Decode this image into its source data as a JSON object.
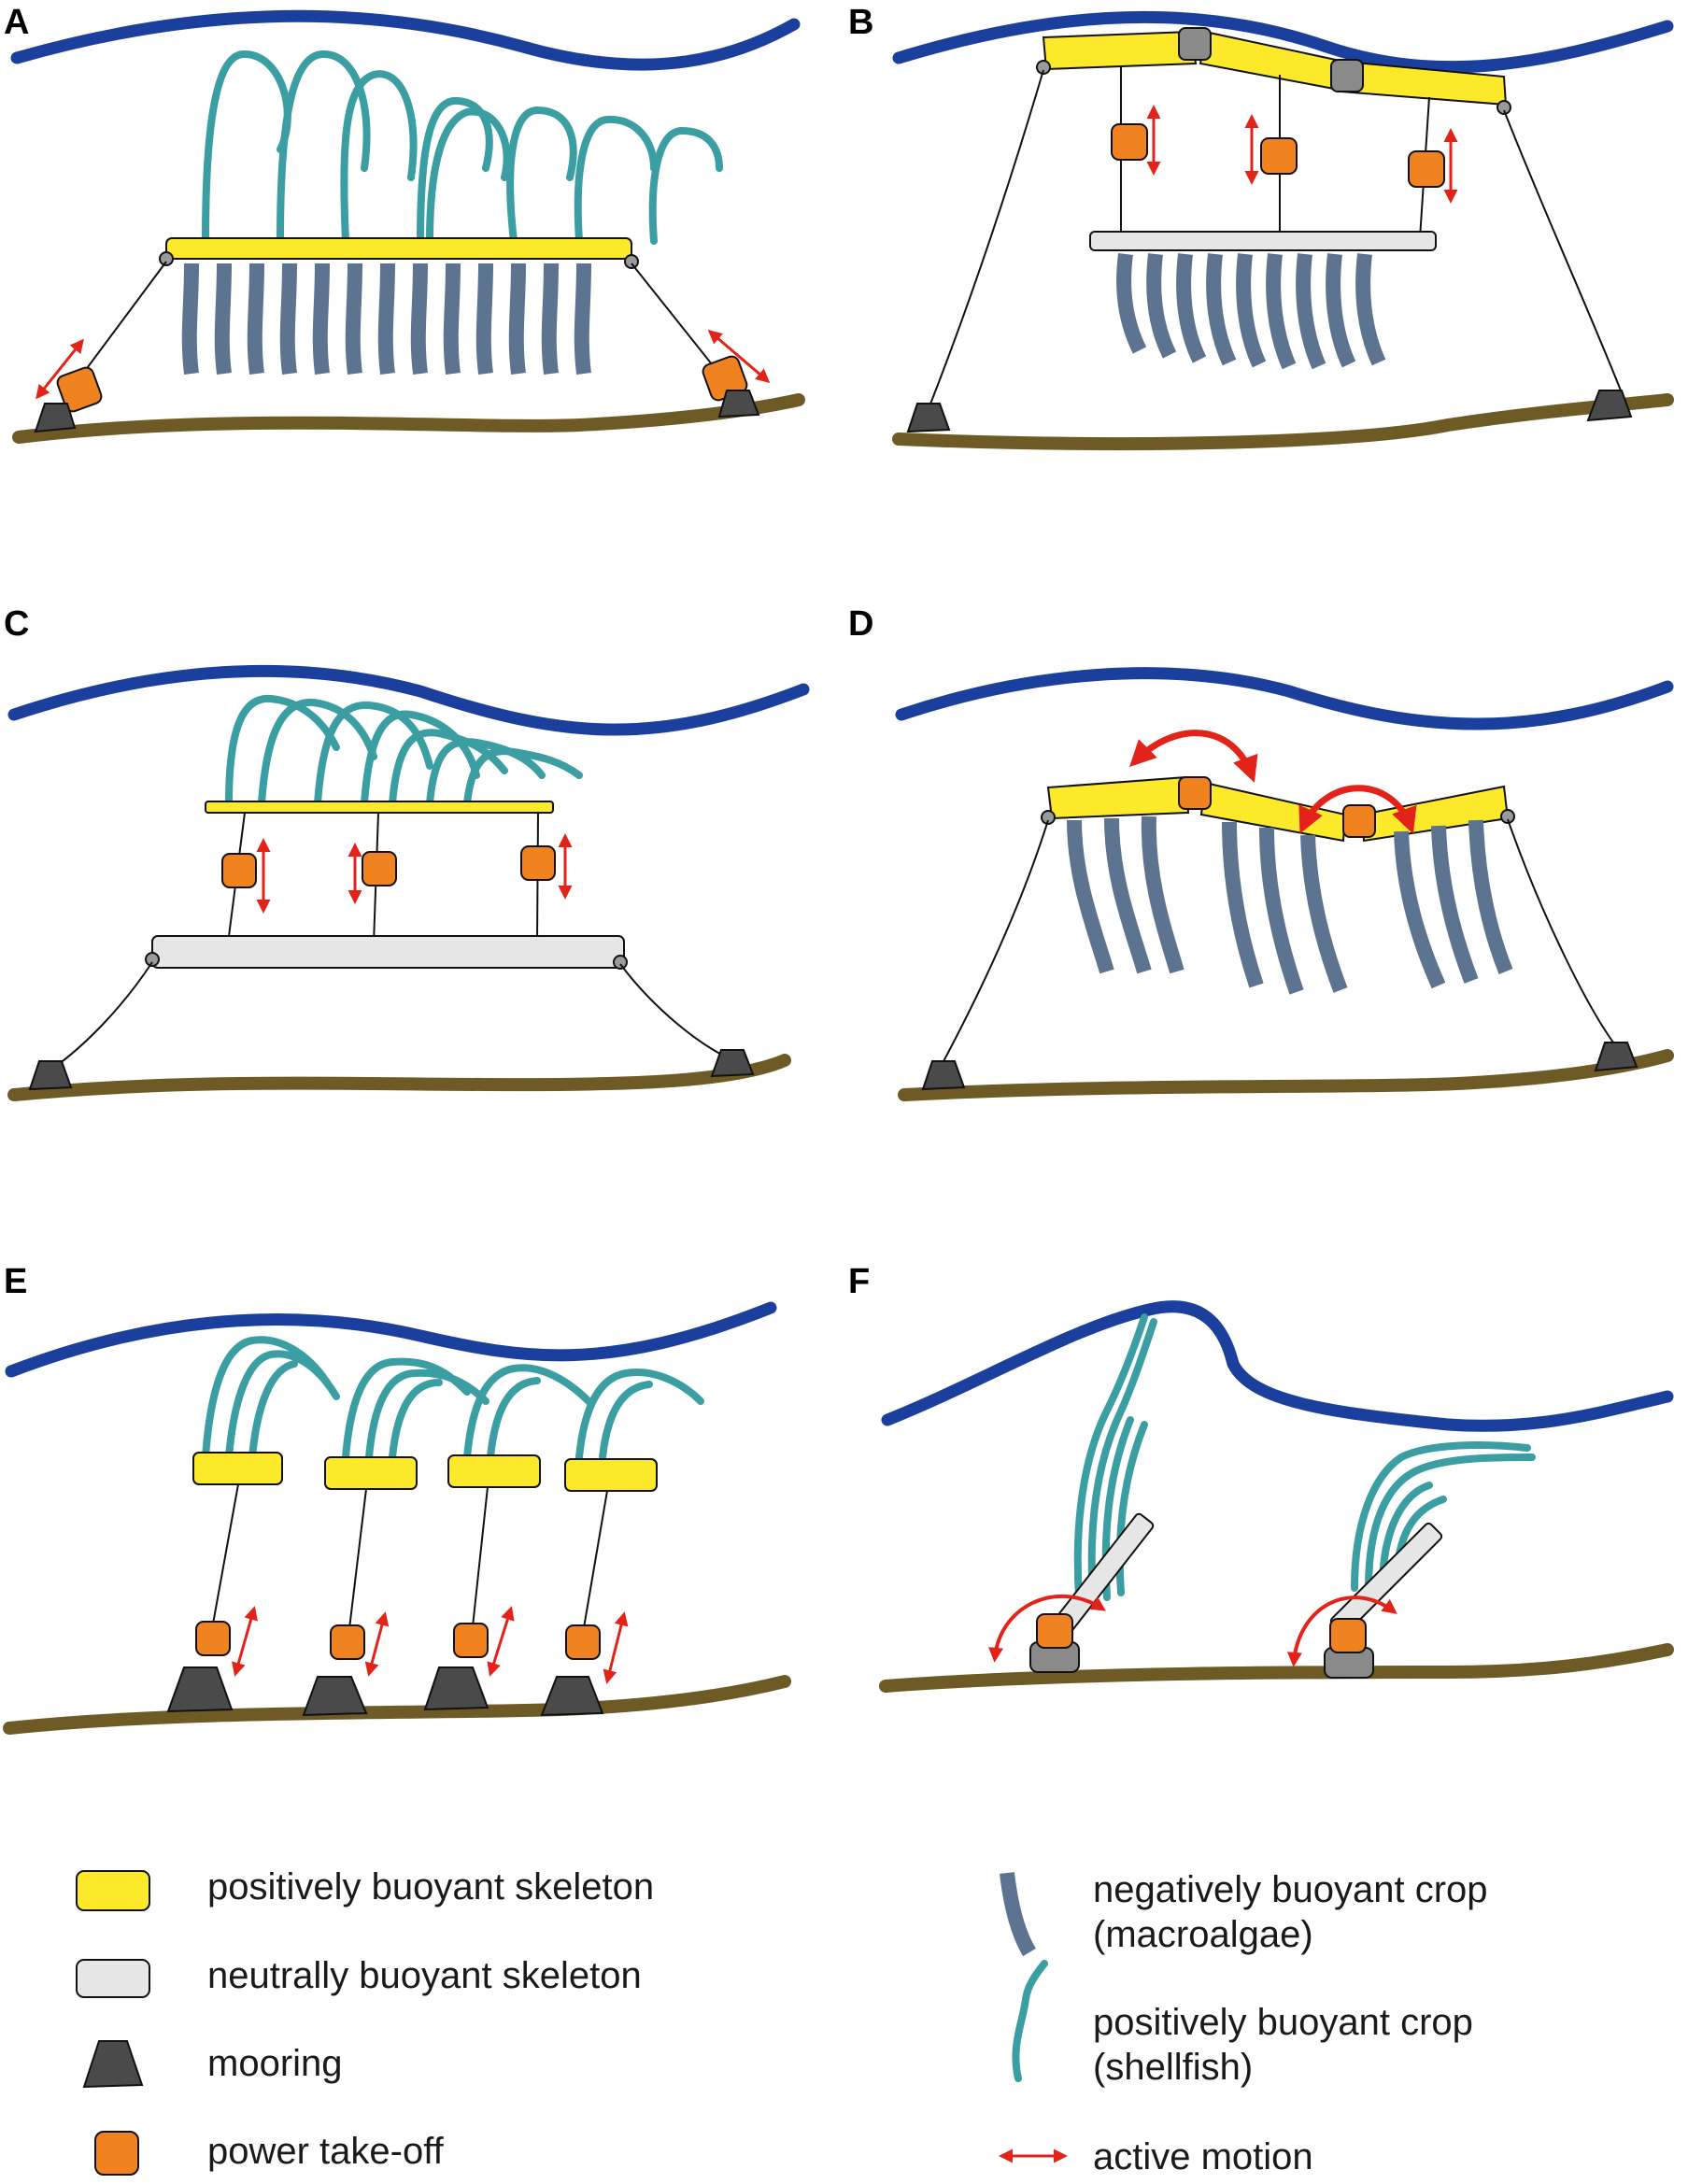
{
  "panels": [
    {
      "letter": "A"
    },
    {
      "letter": "B"
    },
    {
      "letter": "C"
    },
    {
      "letter": "D"
    },
    {
      "letter": "E"
    },
    {
      "letter": "F"
    }
  ],
  "legend": {
    "positive_skeleton": "positively buoyant skeleton",
    "neutral_skeleton": "neutrally buoyant skeleton",
    "mooring": "mooring",
    "pto": "power take-off",
    "neg_crop_1": "negatively buoyant crop",
    "neg_crop_2": "(macroalgae)",
    "pos_crop_1": "positively buoyant crop",
    "pos_crop_2": "(shellfish)",
    "active_motion": "active motion"
  },
  "colors": {
    "surface": "#1b3f9c",
    "seabed": "#6e5a25",
    "positive_skeleton": "#fbe92a",
    "neutral_skeleton": "#e6e6e6",
    "mooring": "#4a4a4a",
    "pto": "#f0821f",
    "macroalgae": "#5c7490",
    "shellfish": "#3a9ea3",
    "active_motion": "#e32219"
  },
  "icons": [
    "mooring-icon",
    "power-take-off-icon",
    "active-motion-arrow-icon",
    "macroalgae-icon",
    "shellfish-icon"
  ]
}
